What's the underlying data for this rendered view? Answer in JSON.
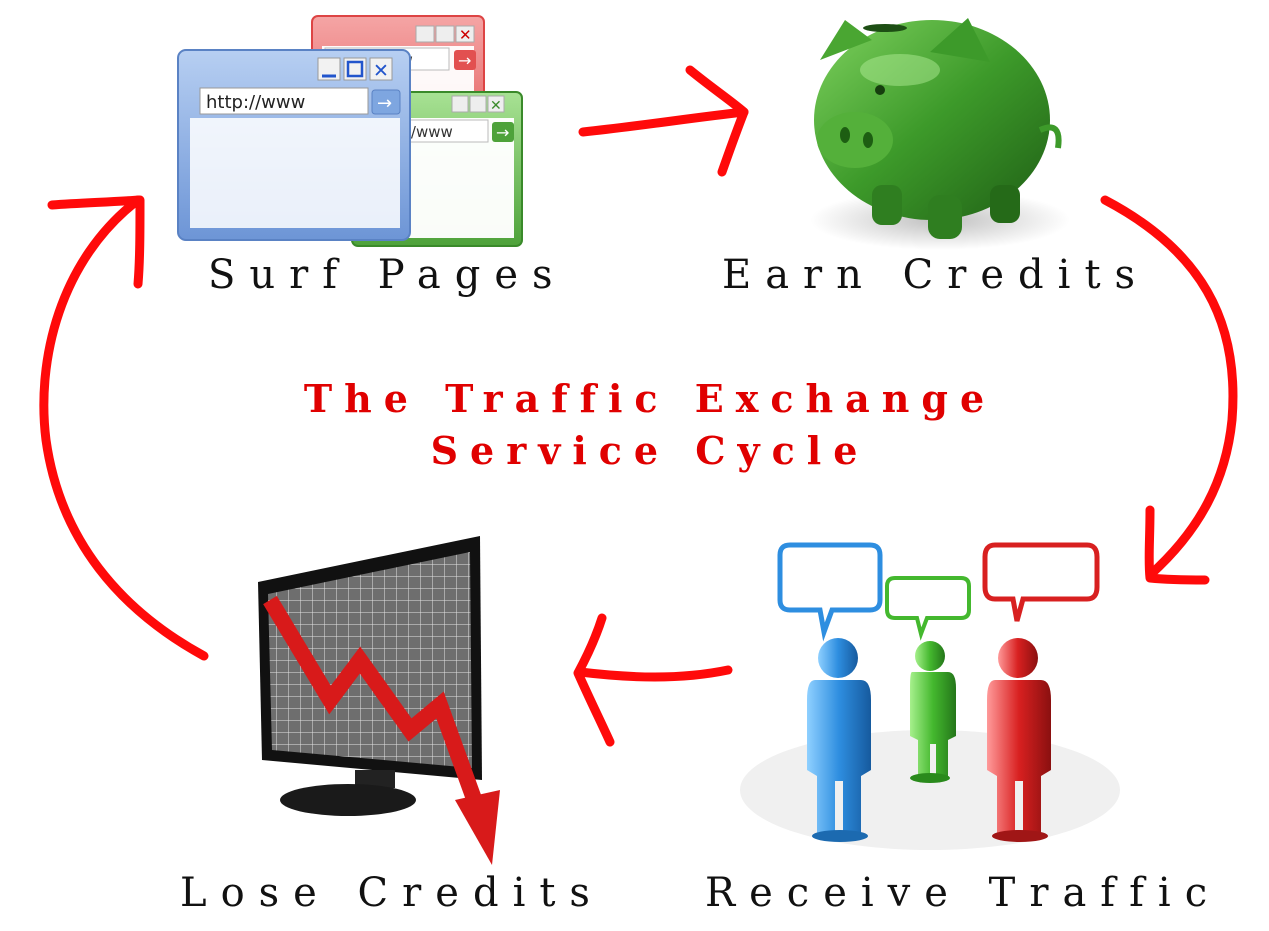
{
  "diagram": {
    "title_line1": "The Traffic Exchange",
    "title_line2": "Service Cycle",
    "steps": {
      "surf": "Surf Pages",
      "earn": "Earn Credits",
      "receive": "Receive Traffic",
      "lose": "Lose Credits"
    },
    "browser_url": "http://www",
    "colors": {
      "arrow": "#ff0a0a",
      "title": "#e00000",
      "piggy": "#3d9a2a",
      "person_blue": "#2e8ee0",
      "person_green": "#44b82e",
      "person_red": "#d82020",
      "browser_blue": "#7ea6e0",
      "browser_green": "#5cb648",
      "browser_red": "#e86060"
    }
  }
}
